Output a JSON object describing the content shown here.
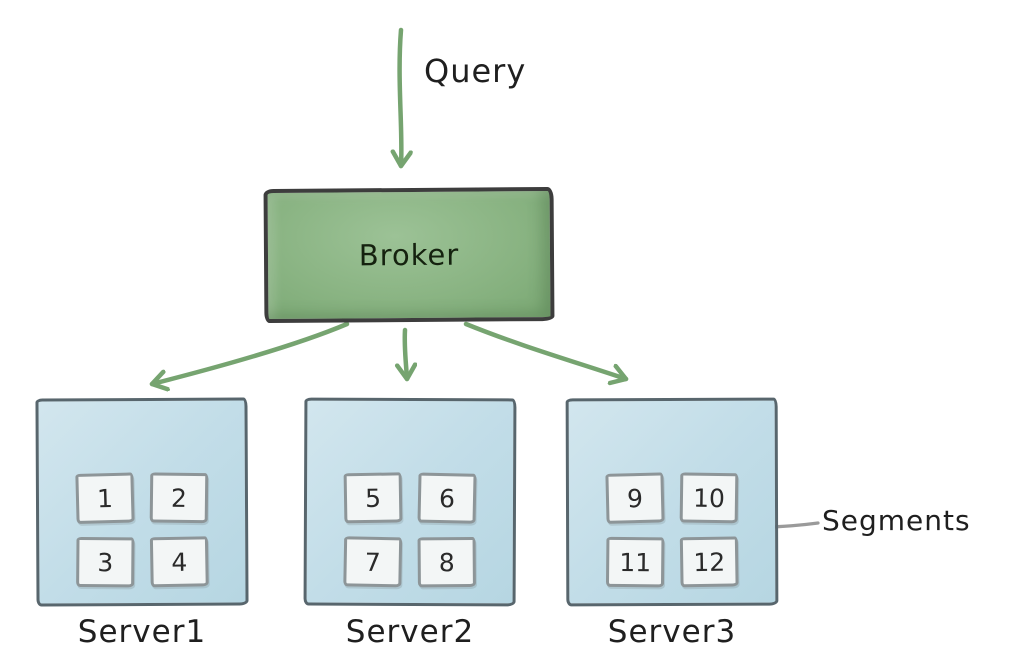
{
  "diagram": {
    "query_label": "Query",
    "broker_label": "Broker",
    "segments_label": "Segments",
    "servers": [
      {
        "label": "Server1",
        "segments": [
          "1",
          "2",
          "3",
          "4"
        ]
      },
      {
        "label": "Server2",
        "segments": [
          "5",
          "6",
          "7",
          "8"
        ]
      },
      {
        "label": "Server3",
        "segments": [
          "9",
          "10",
          "11",
          "12"
        ]
      }
    ],
    "colors": {
      "broker_fill": "#8ab483",
      "broker_border": "#3d3d3d",
      "arrow_green": "#76a470",
      "server_fill": "#c2dde8",
      "server_border": "#58666d",
      "segment_fill": "#f3f6f6",
      "segment_border": "#8d9598",
      "arrow_gray": "#9a9a9a",
      "text": "#1f1f1f"
    }
  }
}
